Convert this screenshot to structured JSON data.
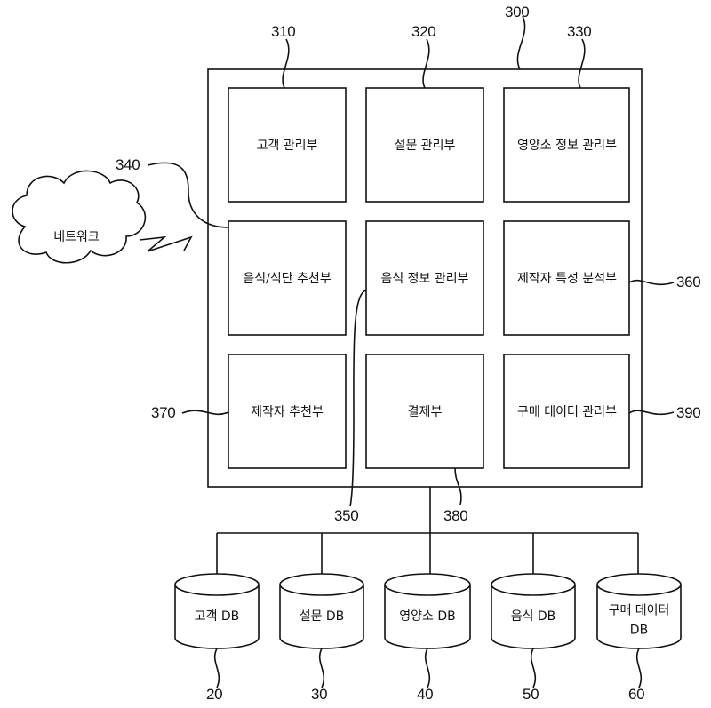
{
  "system": {
    "ref": "300"
  },
  "network": {
    "label": "네트워크"
  },
  "modules": [
    {
      "ref": "310",
      "label": "고객 관리부"
    },
    {
      "ref": "320",
      "label": "설문 관리부"
    },
    {
      "ref": "330",
      "label": "영양소 정보 관리부"
    },
    {
      "ref": "340",
      "label": "음식/식단 추천부"
    },
    {
      "ref": "350",
      "label": "음식 정보 관리부"
    },
    {
      "ref": "360",
      "label": "제작자 특성 분석부"
    },
    {
      "ref": "370",
      "label": "제작자 추천부"
    },
    {
      "ref": "380",
      "label": "결제부"
    },
    {
      "ref": "390",
      "label": "구매 데이터 관리부"
    }
  ],
  "databases": [
    {
      "ref": "20",
      "label": "고객 DB"
    },
    {
      "ref": "30",
      "label": "설문 DB"
    },
    {
      "ref": "40",
      "label": "영양소 DB"
    },
    {
      "ref": "50",
      "label": "음식 DB"
    },
    {
      "ref": "60",
      "label_line1": "구매 데이터",
      "label_line2": "DB"
    }
  ]
}
